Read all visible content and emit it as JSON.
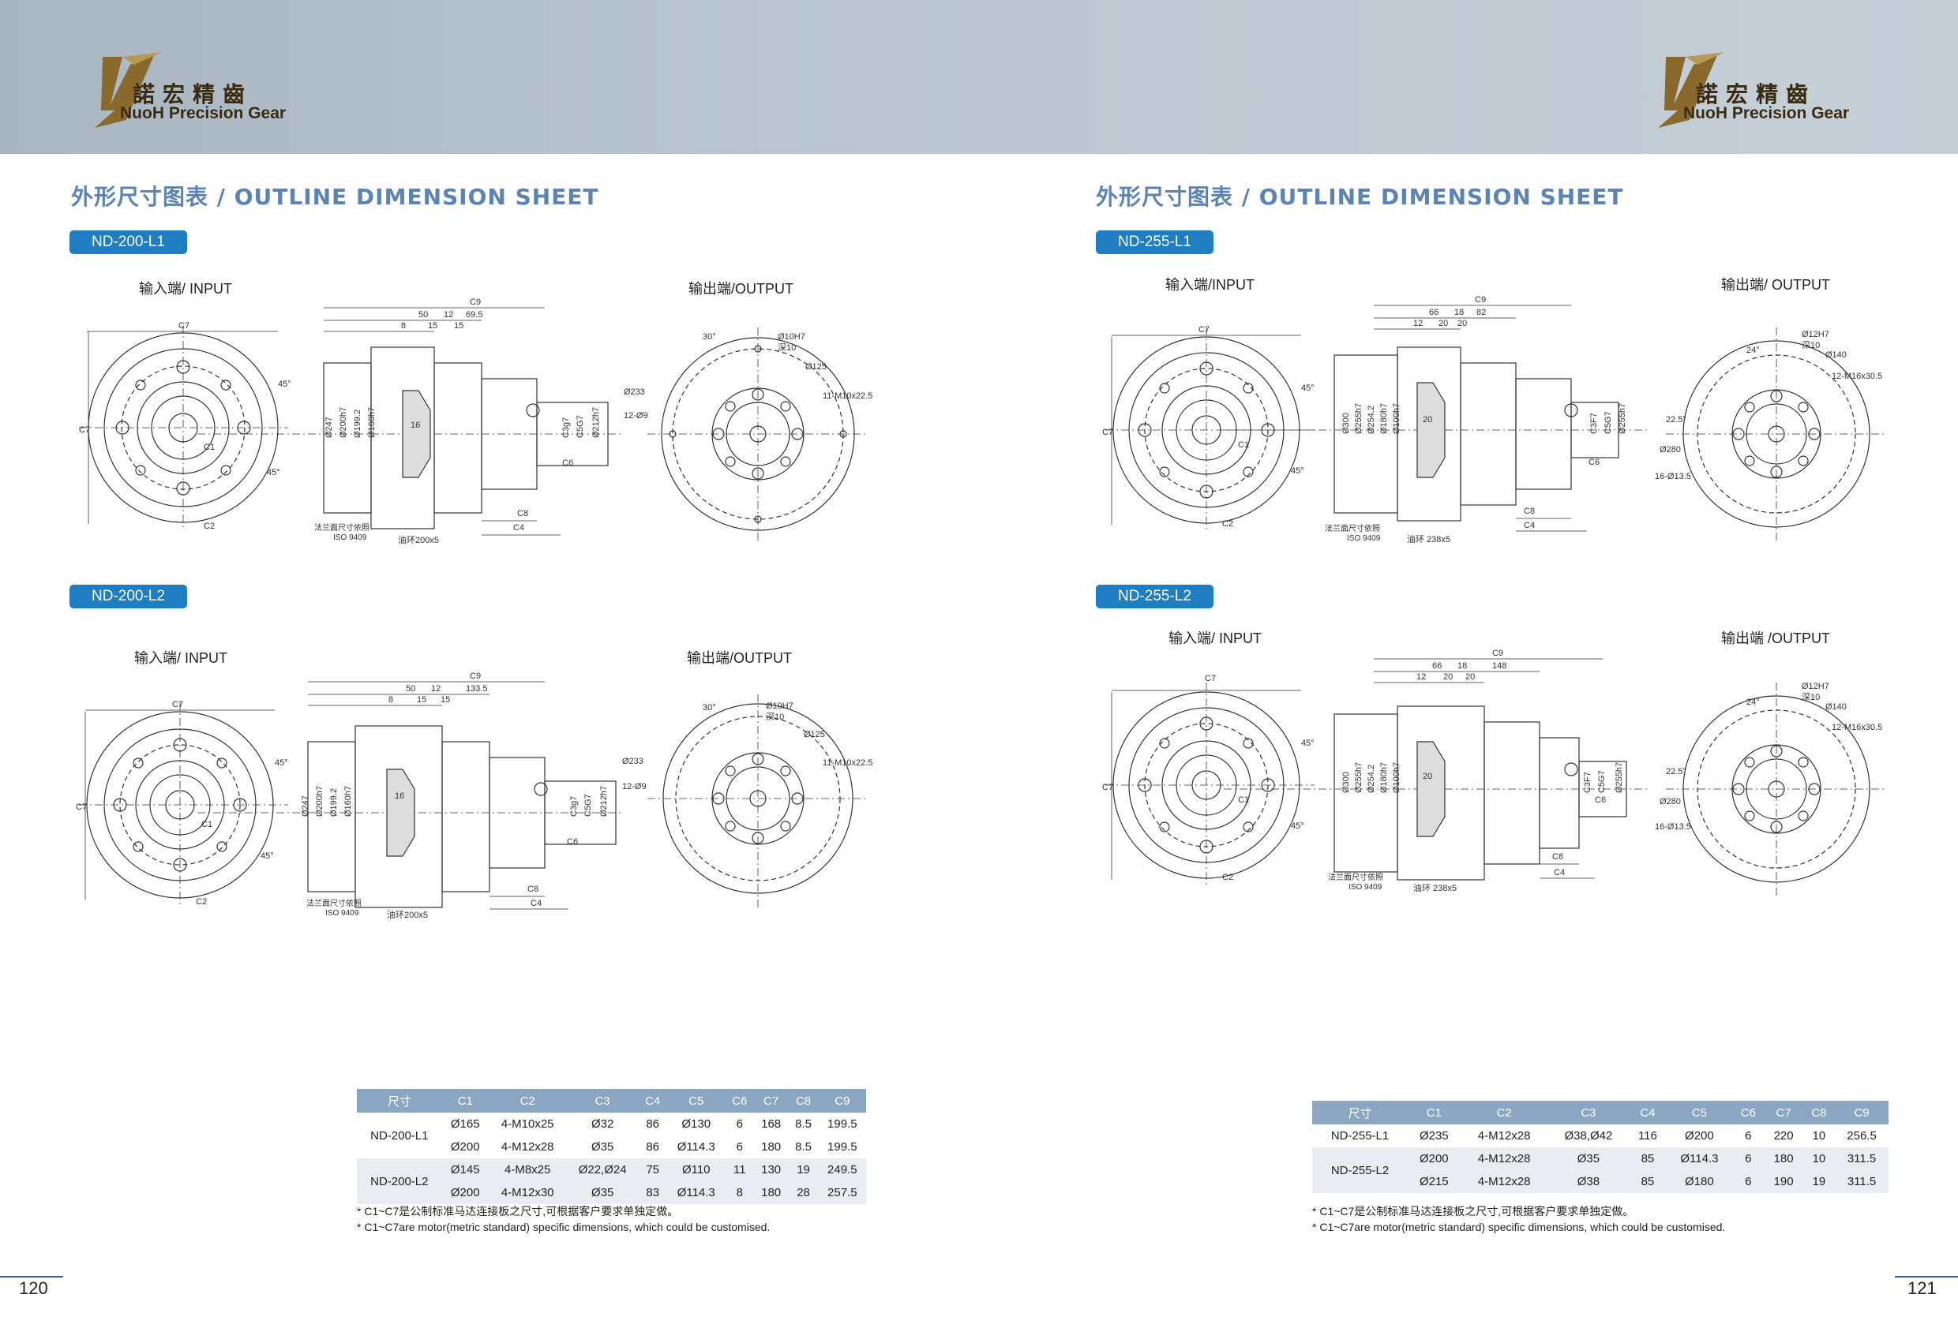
{
  "brand": {
    "name_cn": "諾宏精齒",
    "name_en": "NuoH Precision Gear"
  },
  "left": {
    "section_title": "外形尺寸图表 / OUTLINE DIMENSION SHEET",
    "models": [
      {
        "badge": "ND-200-L1",
        "input_label": "输入端/ INPUT",
        "output_label": "输出端/OUTPUT",
        "dims": {
          "c9": "C9",
          "a": "50",
          "b": "12",
          "c": "69.5",
          "d": "8",
          "e": "15",
          "f": "15",
          "d1": "Ø247",
          "d2": "Ø200h7",
          "d3": "Ø199.2",
          "d4": "Ø160h7",
          "len16": "16",
          "c3": "C3g7",
          "c5": "C5G7",
          "d5": "Ø212h7",
          "c6": "C6",
          "c8": "C8",
          "c4": "C4",
          "flange1": "法兰面尺寸依照",
          "flange2": "ISO 9409",
          "oring": "油环200x5",
          "c7": "C7",
          "c1": "C1",
          "c2": "C2",
          "angle45": "45°",
          "o1": "Ø10H7",
          "o2": "深10",
          "o3": "Ø125",
          "o4": "11-M10x22.5",
          "o5": "Ø233",
          "o6": "12-Ø9",
          "o7": "30°"
        }
      },
      {
        "badge": "ND-200-L2",
        "input_label": "输入端/ INPUT",
        "output_label": "输出端/OUTPUT",
        "dims": {
          "c9": "C9",
          "a": "50",
          "b": "12",
          "c": "133.5",
          "d": "8",
          "e": "15",
          "f": "15",
          "d1": "Ø247",
          "d2": "Ø200h7",
          "d3": "Ø199.2",
          "d4": "Ø160h7",
          "len16": "16",
          "c3": "C3g7",
          "c5": "C5G7",
          "d5": "Ø212h7",
          "c6": "C6",
          "c8": "C8",
          "c4": "C4",
          "flange1": "法兰面尺寸依照",
          "flange2": "ISO 9409",
          "oring": "油环200x5",
          "c7": "C7",
          "c1": "C1",
          "c2": "C2",
          "angle45": "45°",
          "o1": "Ø10H7",
          "o2": "深10",
          "o3": "Ø125",
          "o4": "11-M10x22.5",
          "o5": "Ø233",
          "o6": "12-Ø9",
          "o7": "30°"
        }
      }
    ],
    "table": {
      "headers": [
        "尺寸",
        "C1",
        "C2",
        "C3",
        "C4",
        "C5",
        "C6",
        "C7",
        "C8",
        "C9"
      ],
      "rows": [
        {
          "model": "ND-200-L1",
          "cells": [
            "Ø165",
            "4-M10x25",
            "Ø32",
            "86",
            "Ø130",
            "6",
            "168",
            "8.5",
            "199.5"
          ]
        },
        {
          "model": "",
          "cells": [
            "Ø200",
            "4-M12x28",
            "Ø35",
            "86",
            "Ø114.3",
            "6",
            "180",
            "8.5",
            "199.5"
          ]
        },
        {
          "model": "ND-200-L2",
          "cells": [
            "Ø145",
            "4-M8x25",
            "Ø22,Ø24",
            "75",
            "Ø110",
            "11",
            "130",
            "19",
            "249.5"
          ]
        },
        {
          "model": "",
          "cells": [
            "Ø200",
            "4-M12x30",
            "Ø35",
            "83",
            "Ø114.3",
            "8",
            "180",
            "28",
            "257.5"
          ]
        }
      ]
    },
    "notes": [
      "* C1~C7是公制标准马达连接板之尺寸,可根据客户要求单独定做。",
      "* C1~C7are motor(metric standard)  specific dimensions, which could be customised."
    ],
    "page_number": "120"
  },
  "right": {
    "section_title": "外形尺寸图表 / OUTLINE DIMENSION SHEET",
    "models": [
      {
        "badge": "ND-255-L1",
        "input_label": "输入端/INPUT",
        "output_label": "输出端/ OUTPUT",
        "dims": {
          "c9": "C9",
          "a": "66",
          "b": "18",
          "c": "82",
          "d": "12",
          "e": "20",
          "f": "20",
          "d1": "Ø300",
          "d2": "Ø255h7",
          "d3": "Ø254.2",
          "d4": "Ø180h7",
          "d4b": "Ø100h7",
          "len16": "20",
          "c3": "C3F7",
          "c5": "C5G7",
          "d5": "Ø255h7",
          "c6": "C6",
          "c8": "C8",
          "c4": "C4",
          "flange1": "法兰面尺寸依照",
          "flange2": "ISO 9409",
          "oring": "油环 238x5",
          "c7": "C7",
          "c1": "C1",
          "c2": "C2",
          "angle45": "45°",
          "o1": "Ø12H7",
          "o2": "深10",
          "o3": "Ø140",
          "o4": "12-M16x30.5",
          "o5": "Ø280",
          "o6": "16-Ø13.5",
          "o7": "24°",
          "o8": "22.5°"
        }
      },
      {
        "badge": "ND-255-L2",
        "input_label": "输入端/ INPUT",
        "output_label": "输出端 /OUTPUT",
        "dims": {
          "c9": "C9",
          "a": "66",
          "b": "18",
          "c": "148",
          "d": "12",
          "e": "20",
          "f": "20",
          "d1": "Ø300",
          "d2": "Ø255h7",
          "d3": "Ø254.2",
          "d4": "Ø180h7",
          "d4b": "Ø100h7",
          "len16": "20",
          "c3": "C3F7",
          "c5": "C5G7",
          "d5": "Ø255h7",
          "c6": "C6",
          "c8": "C8",
          "c4": "C4",
          "flange1": "法兰面尺寸依照",
          "flange2": "ISO 9409",
          "oring": "油环 238x5",
          "c7": "C7",
          "c1": "C1",
          "c2": "C2",
          "angle45": "45°",
          "o1": "Ø12H7",
          "o2": "深10",
          "o3": "Ø140",
          "o4": "12-M16x30.5",
          "o5": "Ø280",
          "o6": "16-Ø13.5",
          "o7": "24°",
          "o8": "22.5°"
        }
      }
    ],
    "table": {
      "headers": [
        "尺寸",
        "C1",
        "C2",
        "C3",
        "C4",
        "C5",
        "C6",
        "C7",
        "C8",
        "C9"
      ],
      "rows": [
        {
          "model": "ND-255-L1",
          "cells": [
            "Ø235",
            "4-M12x28",
            "Ø38,Ø42",
            "116",
            "Ø200",
            "6",
            "220",
            "10",
            "256.5"
          ]
        },
        {
          "model": "",
          "cells": [
            "Ø200",
            "4-M12x28",
            "Ø35",
            "85",
            "Ø114.3",
            "6",
            "180",
            "10",
            "311.5"
          ]
        },
        {
          "model": "ND-255-L2",
          "cells": [
            "Ø215",
            "4-M12x28",
            "Ø38",
            "85",
            "Ø180",
            "6",
            "190",
            "19",
            "311.5"
          ]
        }
      ]
    },
    "notes": [
      "* C1~C7是公制标准马达连接板之尺寸,可根据客户要求单独定做。",
      "* C1~C7are motor(metric standard)  specific dimensions, which could be customised."
    ],
    "page_number": "121"
  }
}
